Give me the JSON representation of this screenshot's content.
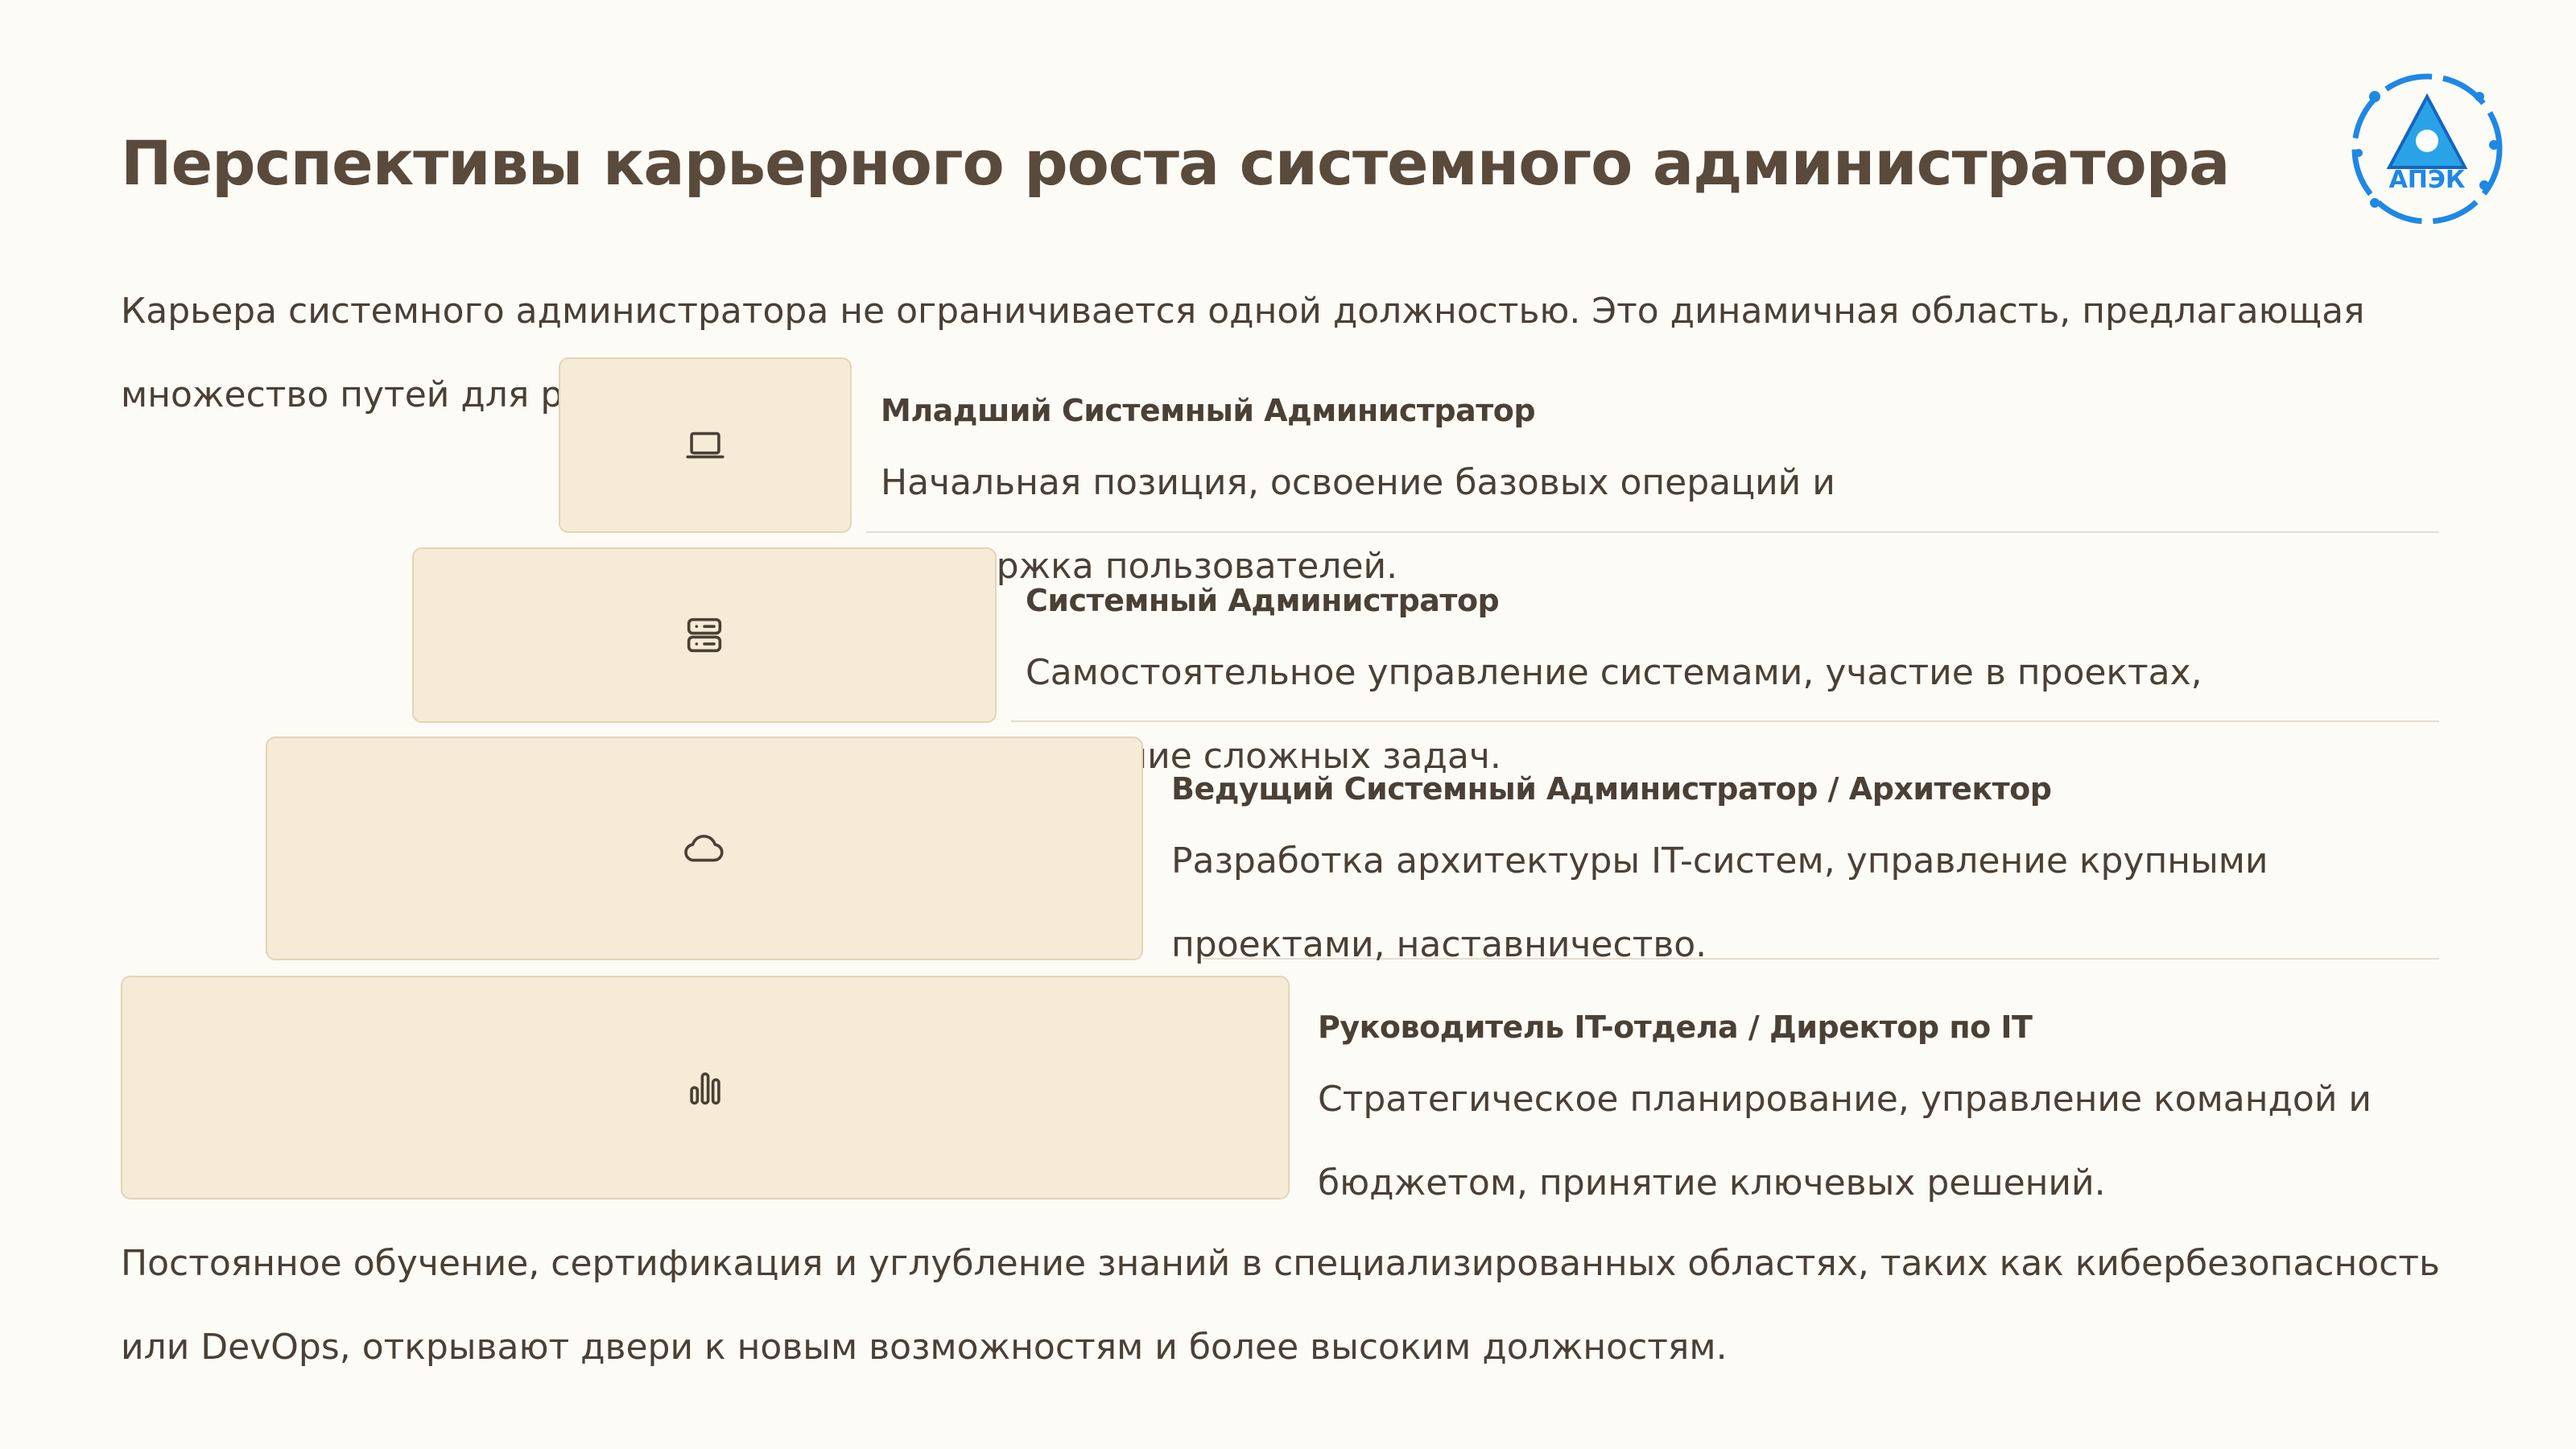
{
  "slide": {
    "title": "Перспективы карьерного роста системного администратора",
    "intro": "Карьера системного администратора не ограничивается одной должностью. Это динамичная область, предлагающая множество путей для развития.",
    "outro": "Постоянное обучение, сертификация и углубление знаний в специализированных областях, таких как кибербезопасность или DevOps, открывают двери к новым возможностям и более высоким должностям.",
    "logo_text": "АПЭК"
  },
  "tiers": [
    {
      "icon": "laptop-icon",
      "title": "Младший Системный Администратор",
      "desc": "Начальная позиция, освоение базовых операций и поддержка пользователей."
    },
    {
      "icon": "server-icon",
      "title": "Системный Администратор",
      "desc": "Самостоятельное управление системами, участие в проектах, решение сложных задач."
    },
    {
      "icon": "cloud-icon",
      "title": "Ведущий Системный Администратор / Архитектор",
      "desc": "Разработка архитектуры IT-систем, управление крупными проектами, наставничество."
    },
    {
      "icon": "bar-chart-icon",
      "title": "Руководитель IT-отдела / Директор по IT",
      "desc": "Стратегическое планирование, управление командой и бюджетом, принятие ключевых решений."
    }
  ],
  "colors": {
    "background": "#fdfbf6",
    "box_fill": "#f5ebd6",
    "box_border": "#e2d5b6",
    "text": "#4a4035",
    "logo_blue": "#1e88e5"
  }
}
